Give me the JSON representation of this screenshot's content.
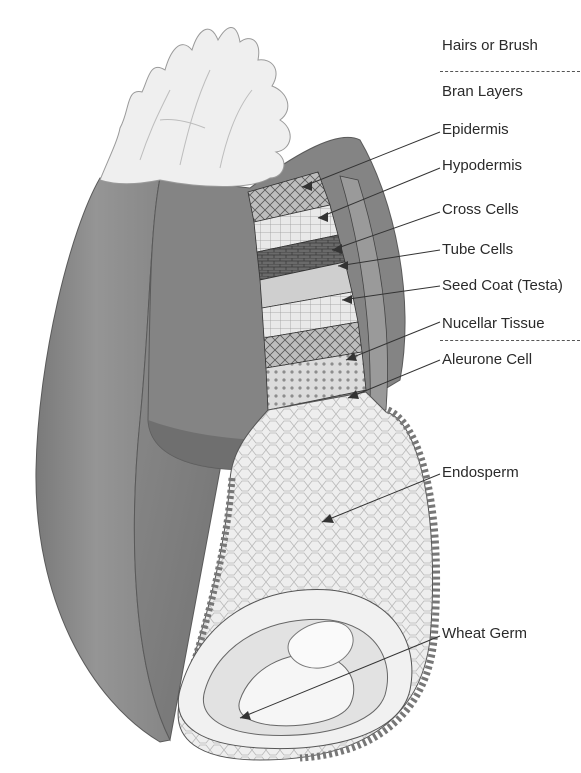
{
  "labels": {
    "hairs": "Hairs or Brush",
    "bran_layers": "Bran Layers",
    "epidermis": "Epidermis",
    "hypodermis": "Hypodermis",
    "cross_cells": "Cross Cells",
    "tube_cells": "Tube Cells",
    "seed_coat": "Seed Coat (Testa)",
    "nucellar": "Nucellar Tissue",
    "aleurone": "Aleurone Cell",
    "endosperm": "Endosperm",
    "germ": "Wheat Germ"
  },
  "colors": {
    "hull": "#8a8a8a",
    "hull_dark": "#6e6e6e",
    "endosperm": "#e6e6e6",
    "line": "#333333"
  }
}
